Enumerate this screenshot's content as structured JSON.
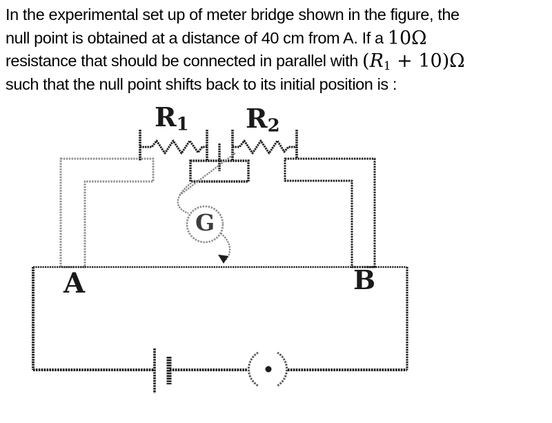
{
  "question": {
    "line1": "In the experimental set up of meter bridge shown in the figure, the",
    "line2": {
      "text": "null point is obtained at a distance of 40 cm from A. If a ",
      "math": "10Ω"
    },
    "line3": {
      "text": "resistance that should be connected in parallel with ",
      "open": "(",
      "var": "R",
      "sub": "1",
      "close": " + 10)",
      "omega": "Ω"
    },
    "line4": "such that the null point shifts back to its initial position is :"
  },
  "figure": {
    "labels": {
      "r1": {
        "base": "R",
        "sub": "1"
      },
      "r2": {
        "base": "R",
        "sub": "2"
      },
      "galvanometer": "G",
      "end_a": "A",
      "end_b": "B"
    },
    "colors": {
      "ink": "#1c1c1c",
      "faded_ink": "#8f8f8f"
    }
  }
}
